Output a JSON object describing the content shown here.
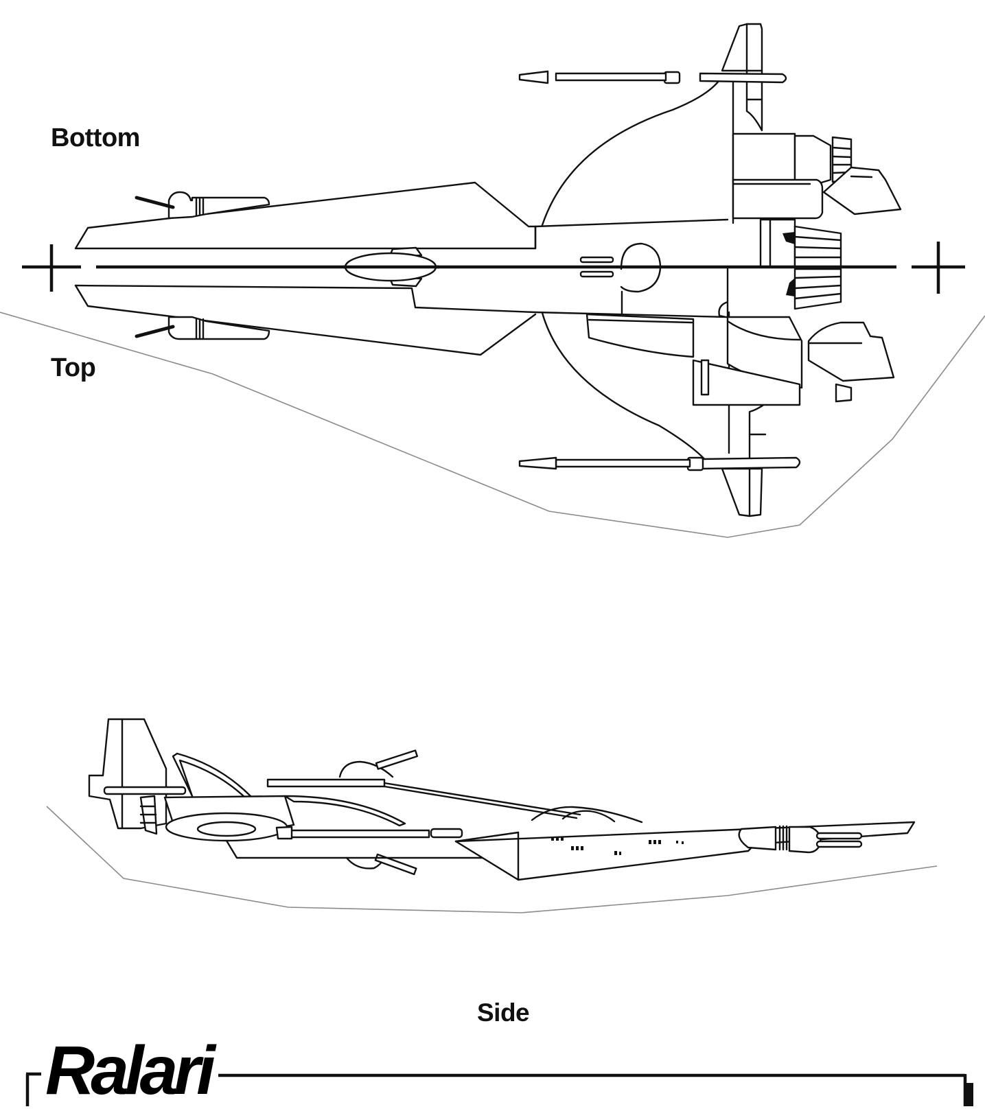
{
  "document": {
    "title": "Ralari",
    "views": {
      "bottom": "Bottom",
      "top": "Top",
      "side": "Side"
    }
  },
  "colors": {
    "ink": "#111111",
    "paper": "#ffffff",
    "fold_line": "#8a8a8a"
  }
}
